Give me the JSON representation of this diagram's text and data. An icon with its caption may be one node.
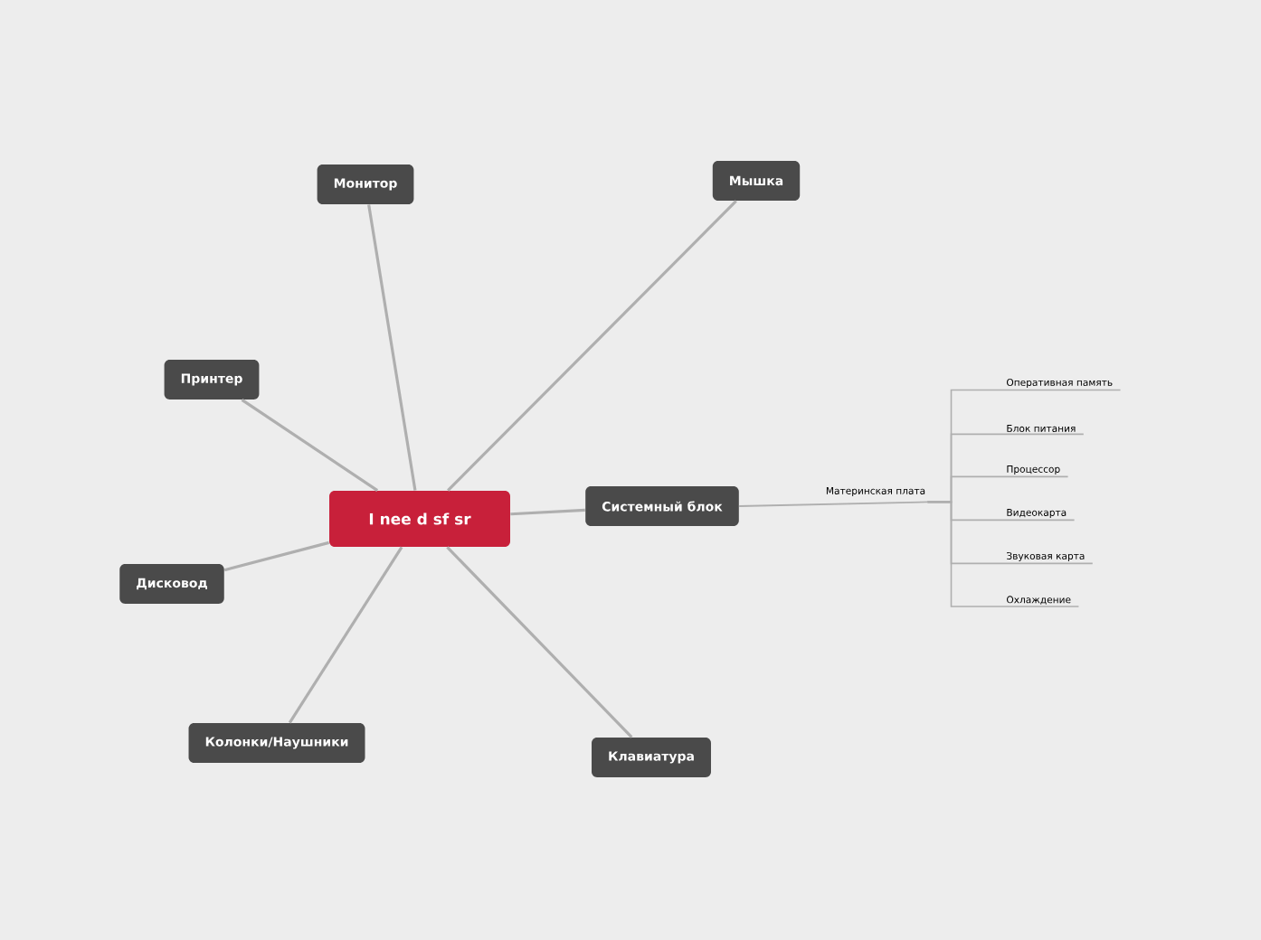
{
  "diagram": {
    "nodes": [
      {
        "text": [
          "I nee d sf sr"
        ]
      },
      {
        "text": [
          "Монитор"
        ]
      },
      {
        "text": [
          "Мышка"
        ]
      },
      {
        "text": [
          "Принтер"
        ]
      },
      {
        "text": [
          "Системный блок"
        ]
      },
      {
        "text": [
          "Дисковод"
        ]
      },
      {
        "text": [
          "Колонки/Наушники"
        ]
      },
      {
        "text": [
          "Клавиатура"
        ]
      },
      {
        "text": [
          "Материнская плата"
        ]
      },
      {
        "text": [
          "Оперативная память"
        ]
      },
      {
        "text": [
          "Блок питания"
        ]
      },
      {
        "text": [
          "Процессор"
        ]
      },
      {
        "text": [
          "Видеокарта"
        ]
      },
      {
        "text": [
          "Звуковая карта"
        ]
      },
      {
        "text": [
          "Охлаждение"
        ]
      }
    ],
    "edges": [
      {
        "from": 0,
        "to": 1,
        "arrow": "none"
      },
      {
        "from": 0,
        "to": 2,
        "arrow": "none"
      },
      {
        "from": 0,
        "to": 3,
        "arrow": "none"
      },
      {
        "from": 0,
        "to": 4,
        "arrow": "none"
      },
      {
        "from": 0,
        "to": 5,
        "arrow": "none"
      },
      {
        "from": 0,
        "to": 6,
        "arrow": "none"
      },
      {
        "from": 0,
        "to": 7,
        "arrow": "none"
      },
      {
        "from": 4,
        "to": 8,
        "arrow": "none"
      },
      {
        "from": 8,
        "to": 9,
        "arrow": "none"
      },
      {
        "from": 8,
        "to": 10,
        "arrow": "none"
      },
      {
        "from": 8,
        "to": 11,
        "arrow": "none"
      },
      {
        "from": 8,
        "to": 12,
        "arrow": "none"
      },
      {
        "from": 8,
        "to": 13,
        "arrow": "none"
      },
      {
        "from": 8,
        "to": 14,
        "arrow": "none"
      }
    ]
  }
}
